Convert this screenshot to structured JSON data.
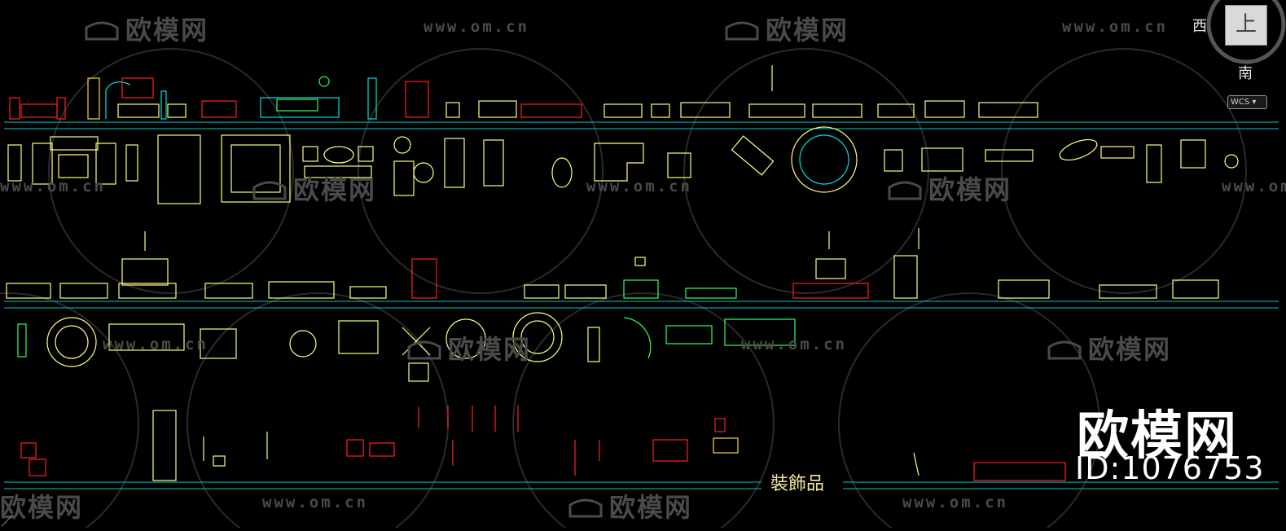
{
  "watermark": {
    "brand": "欧模网",
    "url": "www.om.cn"
  },
  "id_stamp": {
    "brand": "欧模网",
    "id": "ID:1076753"
  },
  "section_label": "裝飾品",
  "viewcube": {
    "face": "上",
    "west": "西",
    "south": "南",
    "wcs": "WCS"
  },
  "colors": {
    "background": "#000000",
    "guide_line": "#00c8c8",
    "cad_yellow": "#ffff80",
    "cad_white": "#ffffff",
    "cad_red": "#ff2020",
    "cad_green": "#30ff60",
    "cad_cyan": "#00e0e0",
    "watermark": "#4a4a4a"
  }
}
